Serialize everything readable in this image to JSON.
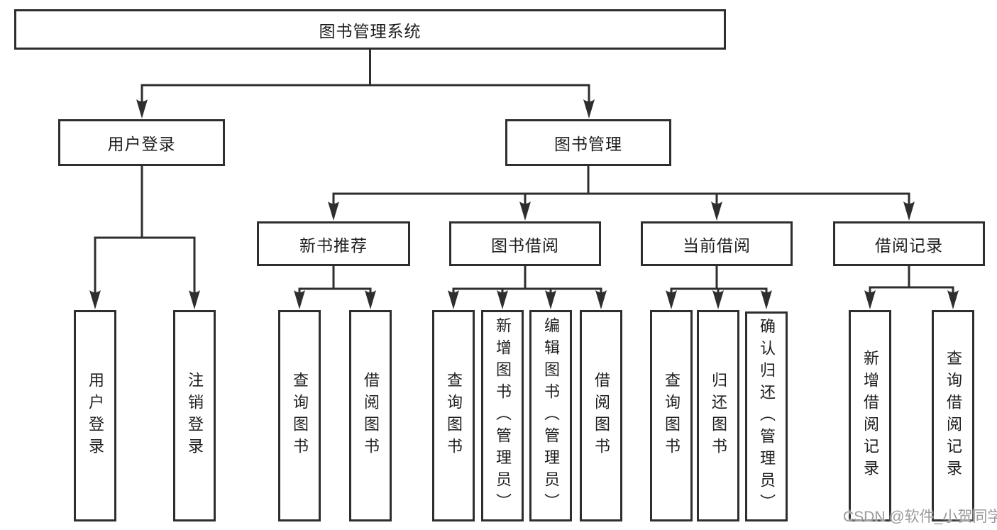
{
  "diagram": {
    "title": "图书管理系统",
    "watermark": "CSDN @软件_小贺同学",
    "colors": {
      "line": "#2e2e2e",
      "box_border": "#2e2e2e",
      "box_fill": "#ffffff",
      "text": "#1e1e1e",
      "watermark_text": "#9b9b9b"
    }
  },
  "nodes": {
    "root": {
      "label": "图书管理系统"
    },
    "level2": {
      "user_login": {
        "label": "用户登录"
      },
      "book_mgmt": {
        "label": "图书管理"
      }
    },
    "level3": {
      "new_books": {
        "label": "新书推荐"
      },
      "borrowing": {
        "label": "图书借阅"
      },
      "current": {
        "label": "当前借阅"
      },
      "records": {
        "label": "借阅记录"
      }
    },
    "leaves": {
      "user_login_leaf": "用户登录",
      "logout_leaf": "注销登录",
      "nb_query": "查询图书",
      "nb_borrow": "借阅图书",
      "bb_query": "查询图书",
      "bb_add": "新增图书（管理员）",
      "bb_edit": "编辑图书（管理员）",
      "bb_borrow": "借阅图书",
      "cb_query": "查询图书",
      "cb_return": "归还图书",
      "cb_confirm": "确认归还（管理员）",
      "rec_add": "新增借阅记录",
      "rec_query": "查询借阅记录"
    }
  }
}
